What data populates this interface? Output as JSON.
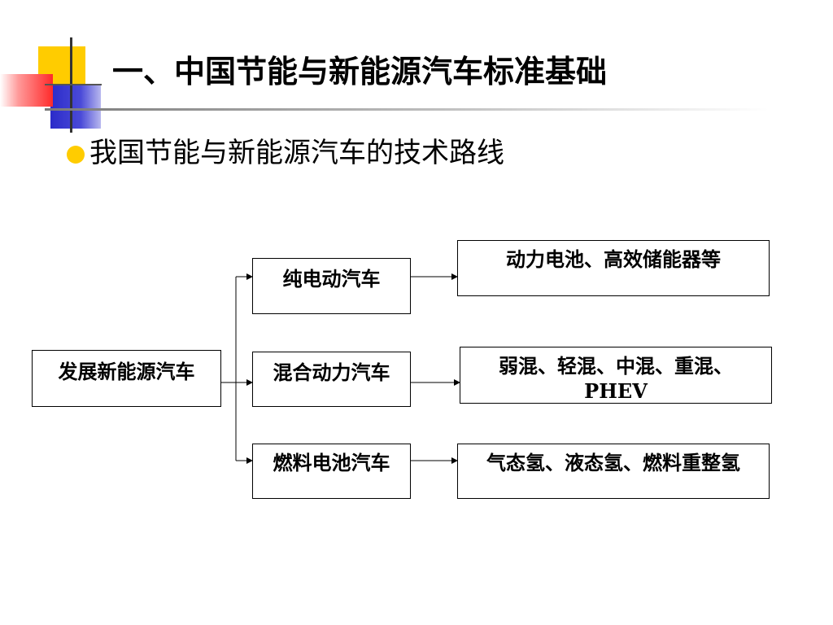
{
  "header": {
    "title": "一、中国节能与新能源汽车标准基础"
  },
  "bullet": {
    "text": "我国节能与新能源汽车的技术路线"
  },
  "diagram": {
    "root": "发展新能源汽车",
    "types": [
      "纯电动汽车",
      "混合动力汽车",
      "燃料电池汽车"
    ],
    "technologies": [
      "动力电池、高效储能器等",
      "弱混、轻混、中混、重混、PHEV",
      "气态氢、液态氢、燃料重整氢"
    ]
  },
  "colors": {
    "yellow": "#ffcc00",
    "blue": "#3333cc",
    "red": "#ff3333",
    "bullet": "#ffcc00"
  }
}
